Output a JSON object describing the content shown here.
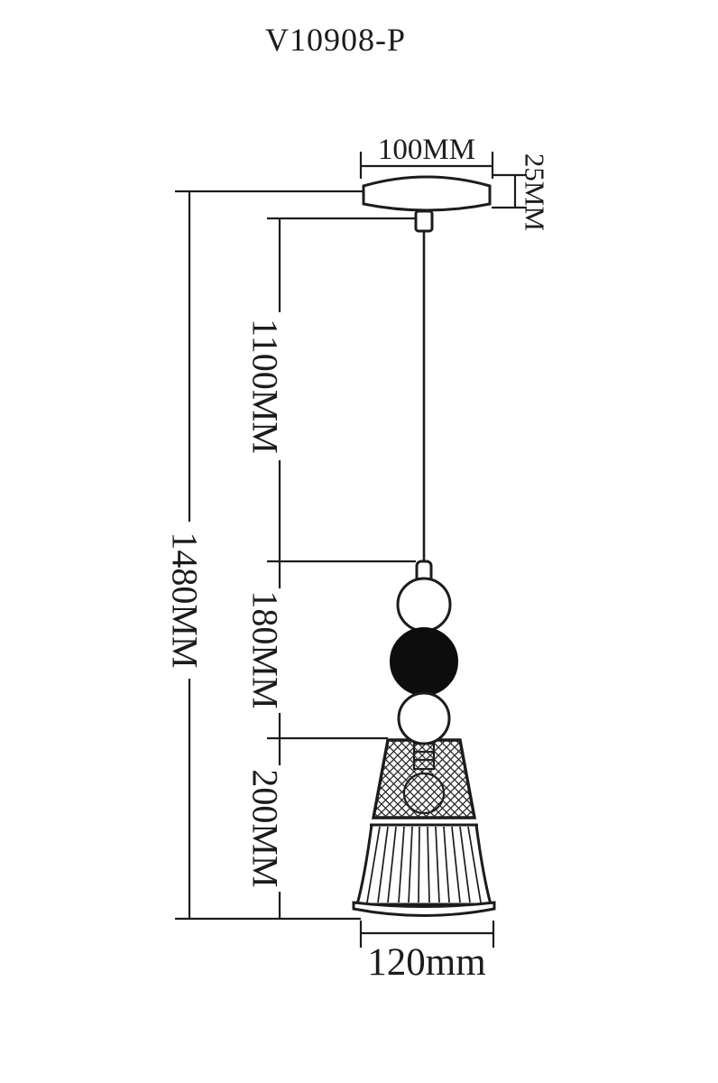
{
  "meta": {
    "background": "#ffffff",
    "ink": "#1c1c1c",
    "drawing_type": "pendant-lamp-dimension-drawing"
  },
  "title": "V10908-P",
  "dimensions": {
    "canopy_diameter": "100MM",
    "canopy_height": "25MM",
    "cable_length": "1100MM",
    "overall_height": "1480MM",
    "decor_section_height": "180MM",
    "shade_height": "200MM",
    "shade_diameter": "120mm"
  }
}
